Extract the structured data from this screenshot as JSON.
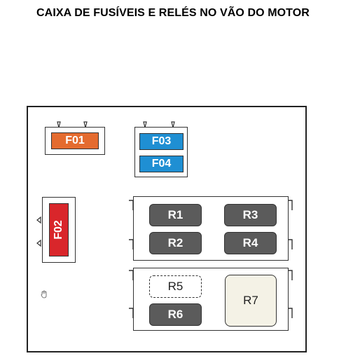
{
  "title": "CAIXA DE FUSÍVEIS E RELÉS NO VÃO DO MOTOR",
  "colors": {
    "f01": "#e46b2f",
    "f02": "#d9262b",
    "f03": "#1f8fd3",
    "f04": "#1f8fd3",
    "relay": "#5b5b5b",
    "r7": "#f4f2e6"
  },
  "fuses": {
    "f01": "F01",
    "f02": "F02",
    "f03": "F03",
    "f04": "F04"
  },
  "relays": {
    "r1": "R1",
    "r2": "R2",
    "r3": "R3",
    "r4": "R4",
    "r5": "R5",
    "r6": "R6",
    "r7": "R7"
  },
  "icons": {
    "hand": "hand-cursor-icon"
  }
}
